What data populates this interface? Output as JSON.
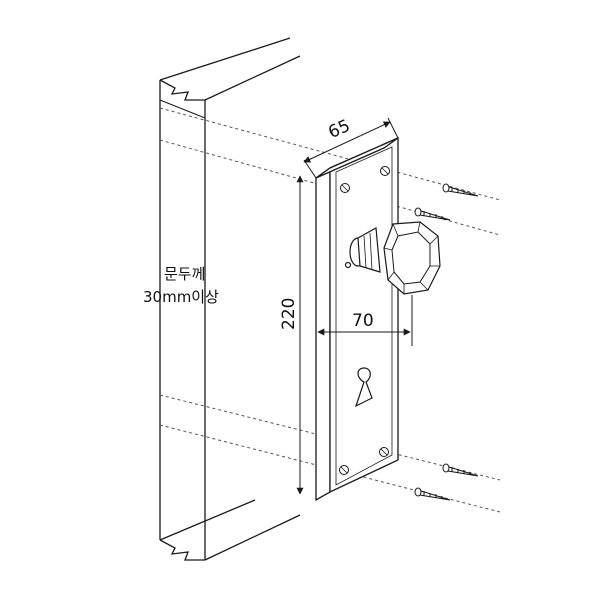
{
  "labels": {
    "width_dim": "65",
    "height_dim": "220",
    "knob_projection_dim": "70",
    "door_thickness_line1": "문두께",
    "door_thickness_line2": "30mm이상"
  },
  "colors": {
    "line": "#1a1a1a",
    "dotted": "#555555",
    "plate_fill": "#ffffff",
    "knob_shade": "#d8d8d8"
  }
}
